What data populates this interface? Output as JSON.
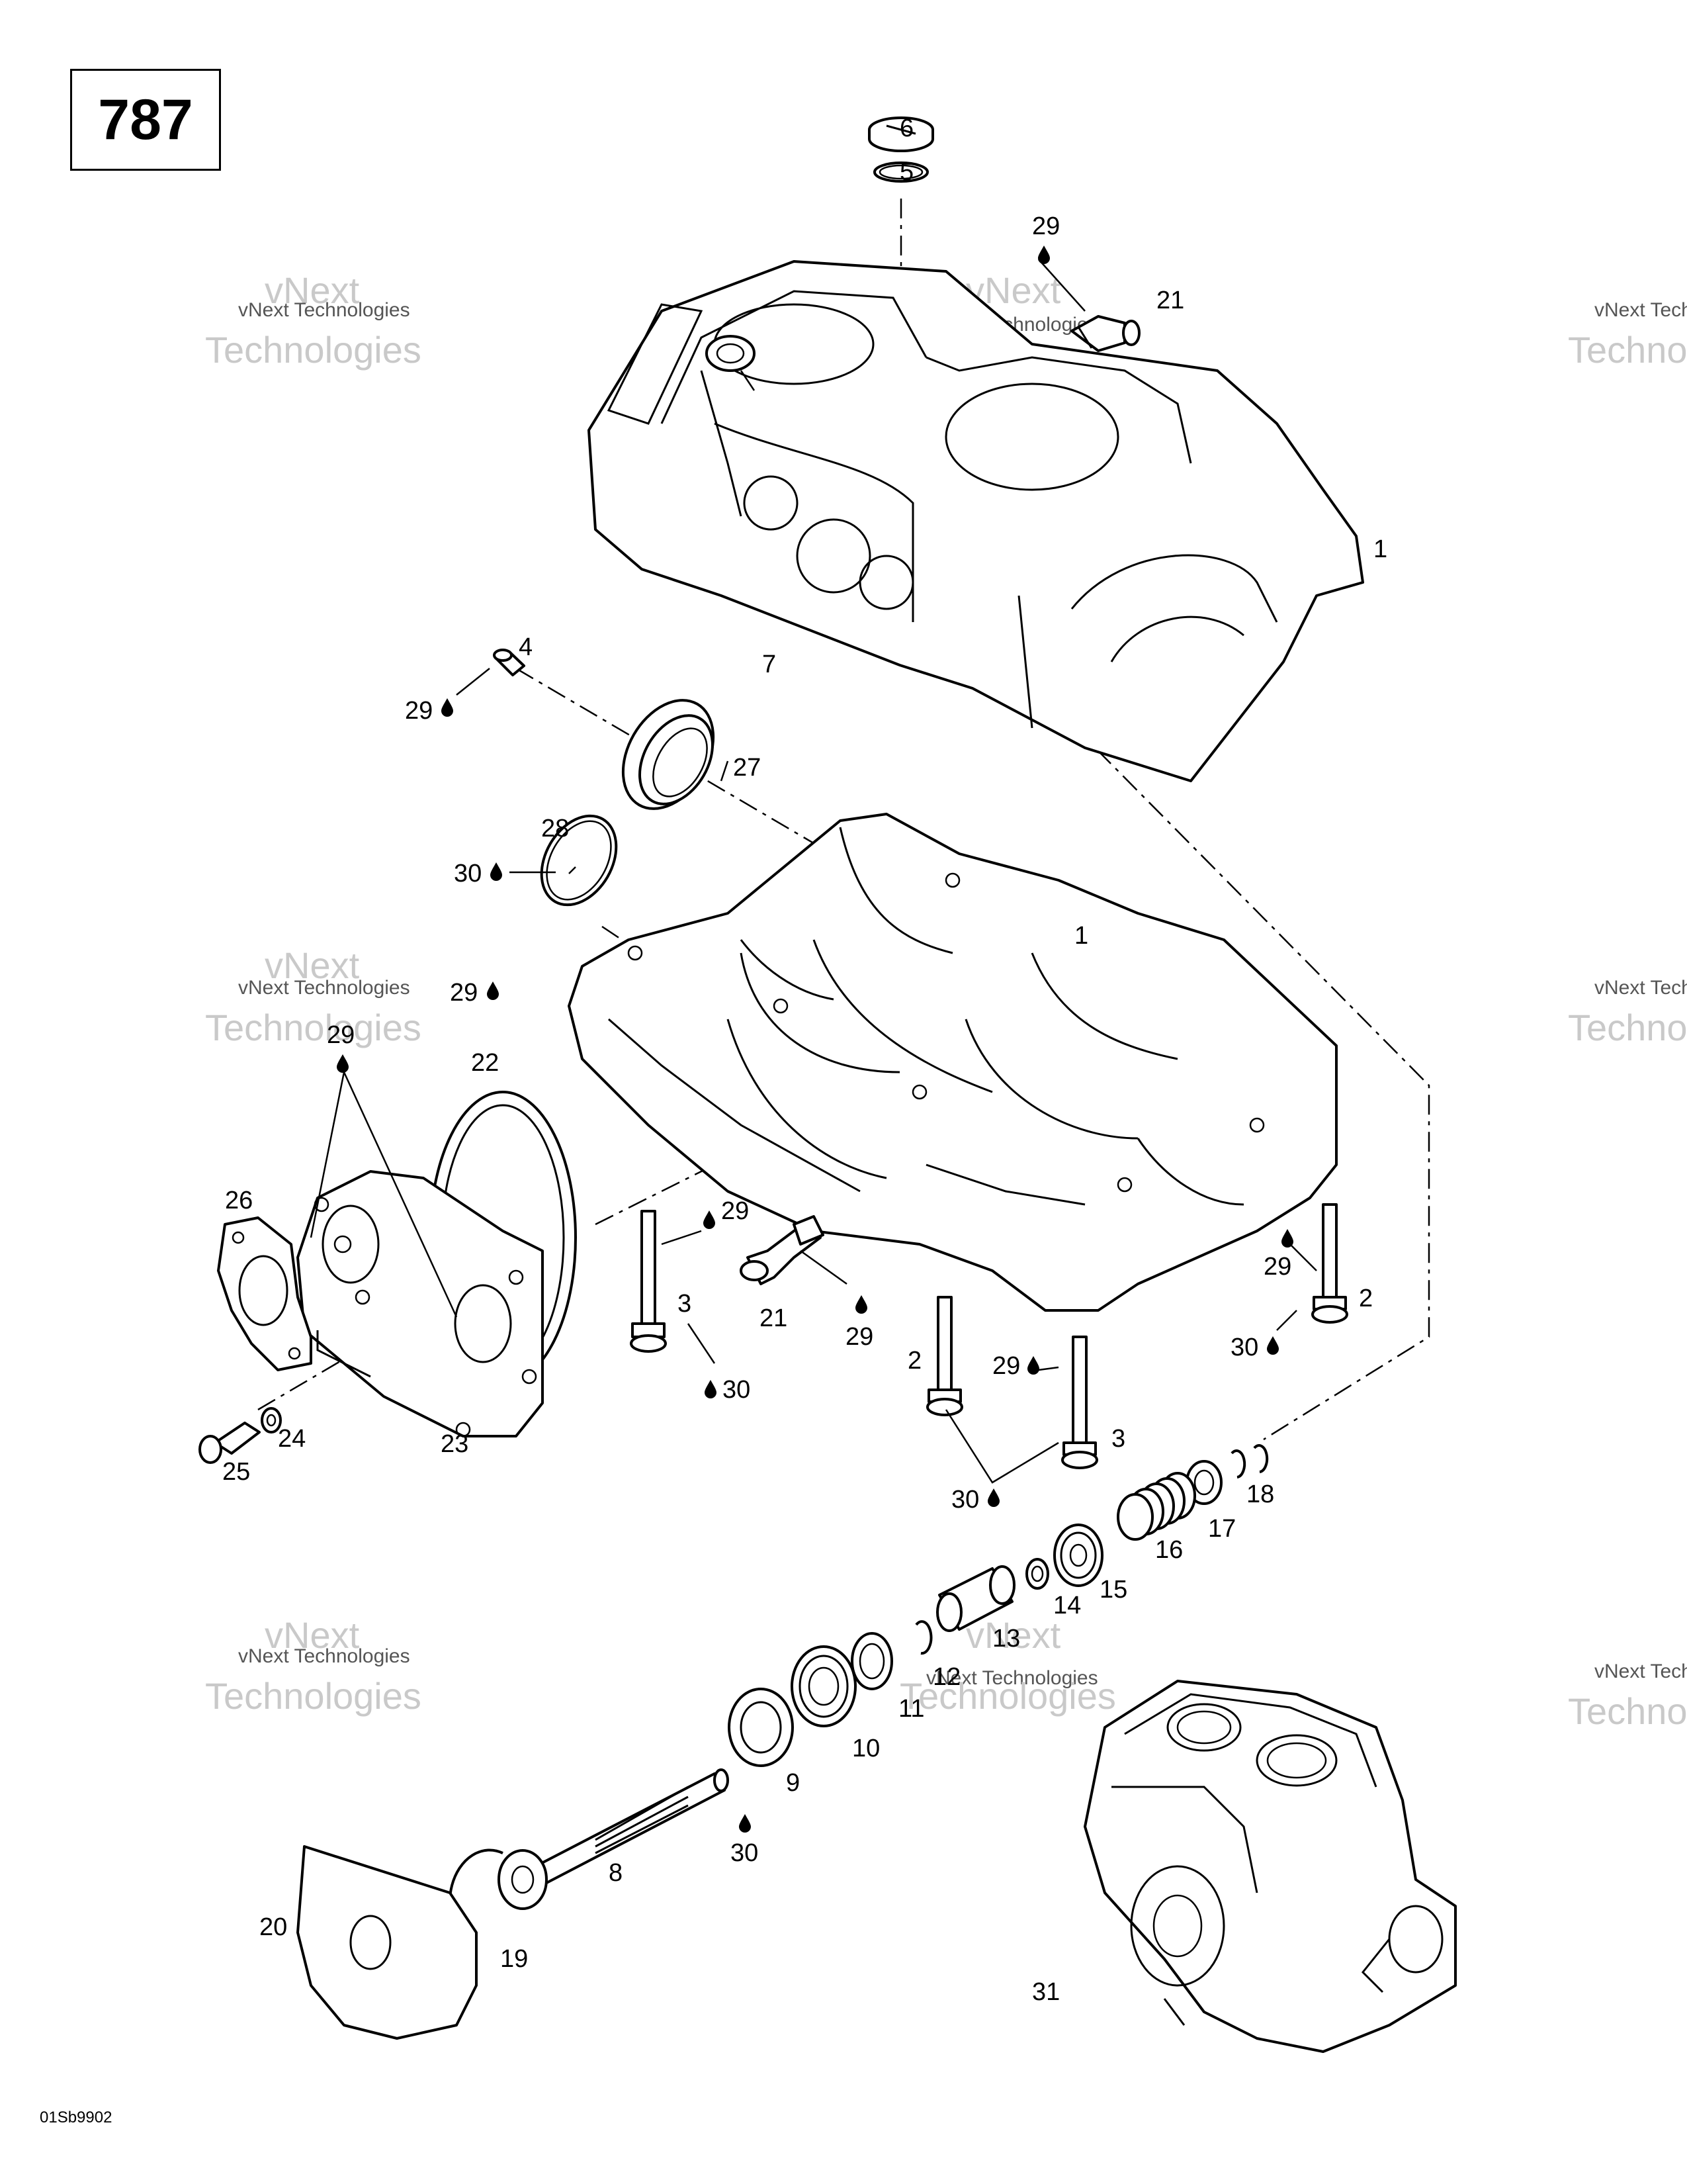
{
  "page_number": "787",
  "figure_code": "01Sb9902",
  "watermark": {
    "line1": "vNext Technologies",
    "line2": "vNext",
    "line3": "Technologies"
  },
  "callouts": {
    "c1a": "1",
    "c1b": "1",
    "c2a": "2",
    "c2b": "2",
    "c3a": "3",
    "c3b": "3",
    "c4": "4",
    "c5": "5",
    "c6": "6",
    "c7": "7",
    "c8": "8",
    "c9": "9",
    "c10": "10",
    "c11": "11",
    "c12": "12",
    "c13": "13",
    "c14": "14",
    "c15": "15",
    "c16": "16",
    "c17": "17",
    "c18": "18",
    "c19": "19",
    "c20": "20",
    "c21a": "21",
    "c21b": "21",
    "c22": "22",
    "c23": "23",
    "c24": "24",
    "c25": "25",
    "c26": "26",
    "c27": "27",
    "c28": "28",
    "c29a": "29",
    "c29b": "29",
    "c29c": "29",
    "c29d": "29",
    "c29e": "29",
    "c29f": "29",
    "c29g": "29",
    "c29h": "29",
    "c30a": "30",
    "c30b": "30",
    "c30c": "30",
    "c30d": "30",
    "c30e": "30",
    "c31": "31"
  }
}
